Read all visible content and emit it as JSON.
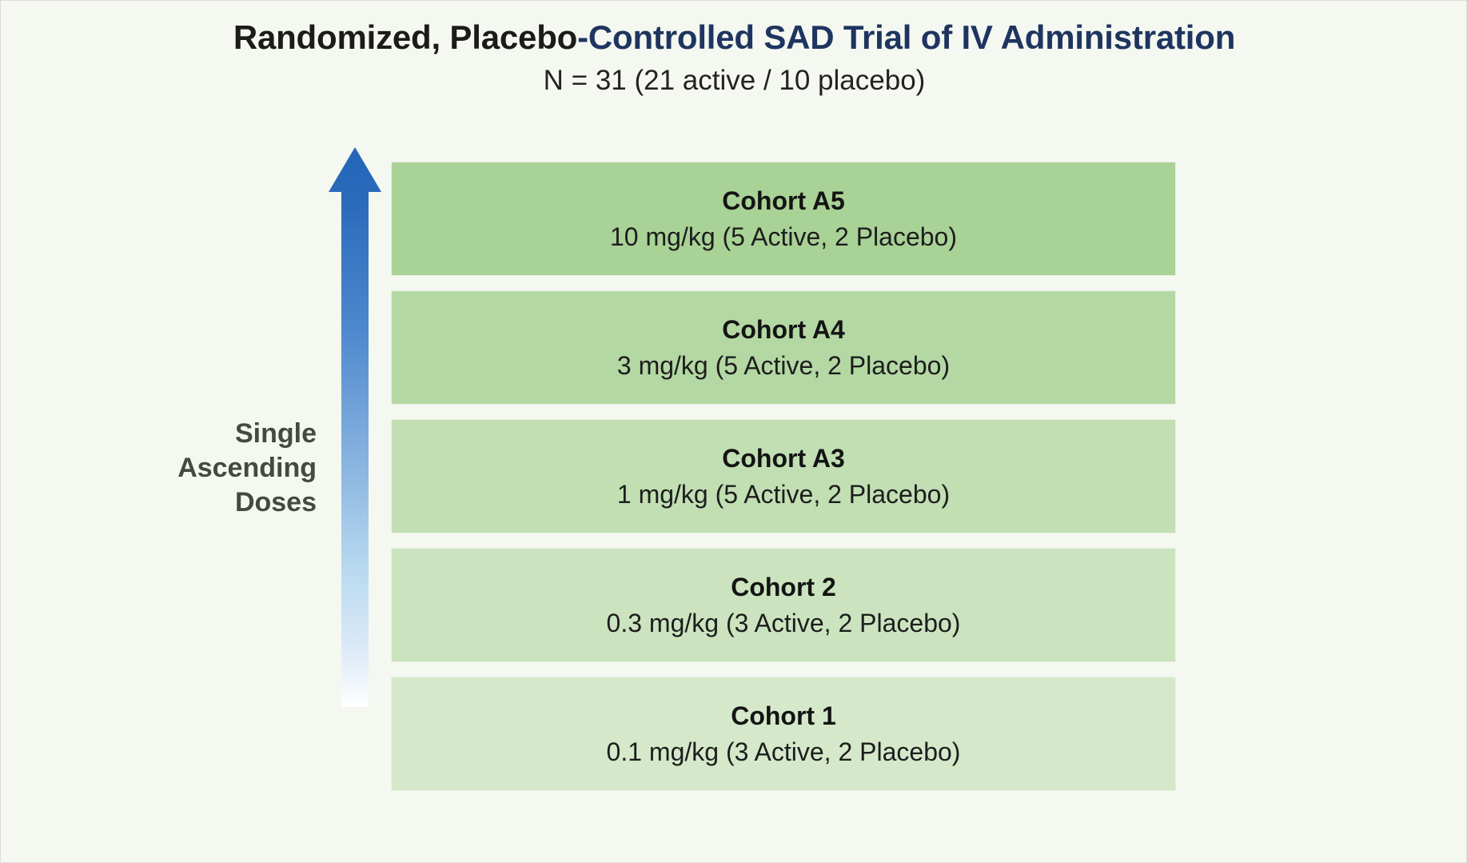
{
  "slide": {
    "background_color": "#f4f8f0",
    "border_color": "#e6e6e6"
  },
  "header": {
    "title_part_dark": "Randomized, Placebo",
    "title_part_blue": "-Controlled SAD Trial of IV Administration",
    "title_full": "Randomized, Placebo-Controlled SAD Trial of IV Administration",
    "subtitle": "N = 31 (21 active / 10 placebo)",
    "title_dark_color": "#1b1b1b",
    "title_blue_color": "#1f3560"
  },
  "axis": {
    "label_line1": "Single",
    "label_line2": "Ascending",
    "label_line3": "Doses",
    "label_color": "#434a41",
    "arrow_direction": "up",
    "arrow_top_color": "#2565b8",
    "arrow_bottom_color": "#ffffff"
  },
  "cohorts": [
    {
      "name": "Cohort A5",
      "dose": "10 mg/kg (5 Active, 2 Placebo)",
      "dose_value": "10 mg/kg",
      "active": 5,
      "placebo": 2,
      "fill": "#a9d296"
    },
    {
      "name": "Cohort A4",
      "dose": "3 mg/kg (5 Active, 2 Placebo)",
      "dose_value": "3 mg/kg",
      "active": 5,
      "placebo": 2,
      "fill": "#b4d8a3"
    },
    {
      "name": "Cohort A3",
      "dose": "1 mg/kg (5 Active, 2 Placebo)",
      "dose_value": "1 mg/kg",
      "active": 5,
      "placebo": 2,
      "fill": "#c1dfb3"
    },
    {
      "name": "Cohort 2",
      "dose": "0.3 mg/kg (3 Active, 2 Placebo)",
      "dose_value": "0.3 mg/kg",
      "active": 3,
      "placebo": 2,
      "fill": "#cbe4bf"
    },
    {
      "name": "Cohort 1",
      "dose": "0.1 mg/kg (3 Active, 2 Placebo)",
      "dose_value": "0.1 mg/kg",
      "active": 3,
      "placebo": 2,
      "fill": "#d5e8ca"
    }
  ]
}
